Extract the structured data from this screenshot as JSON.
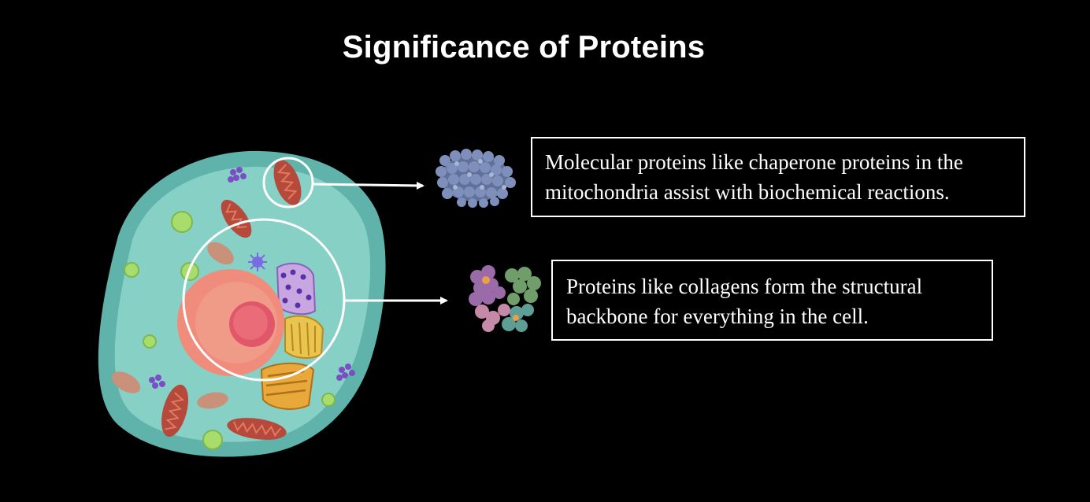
{
  "slide": {
    "title": "Significance of Proteins"
  },
  "callouts": [
    {
      "lines": [
        "Molecular proteins like chaperone proteins in the",
        "mitochondria assist with biochemical reactions."
      ]
    },
    {
      "lines": [
        "Proteins like collagens form the structural",
        "backbone for everything in the cell."
      ]
    }
  ],
  "colors": {
    "background": "#000000",
    "text": "#ffffff",
    "cytoplasm": "#86d0c6",
    "membrane": "#5fb3aa",
    "nucleus": "#ef8c7c",
    "nucleolus": "#e0576a",
    "mitochondria": "#b5493b",
    "golgi": "#e8b23a",
    "er": "#e9c44f",
    "vesicle": "#a8dc6d",
    "lysosome": "#7a4fc4",
    "protein_blue": "#6d7ea8",
    "protein_mixed": "#9b6aa8"
  }
}
